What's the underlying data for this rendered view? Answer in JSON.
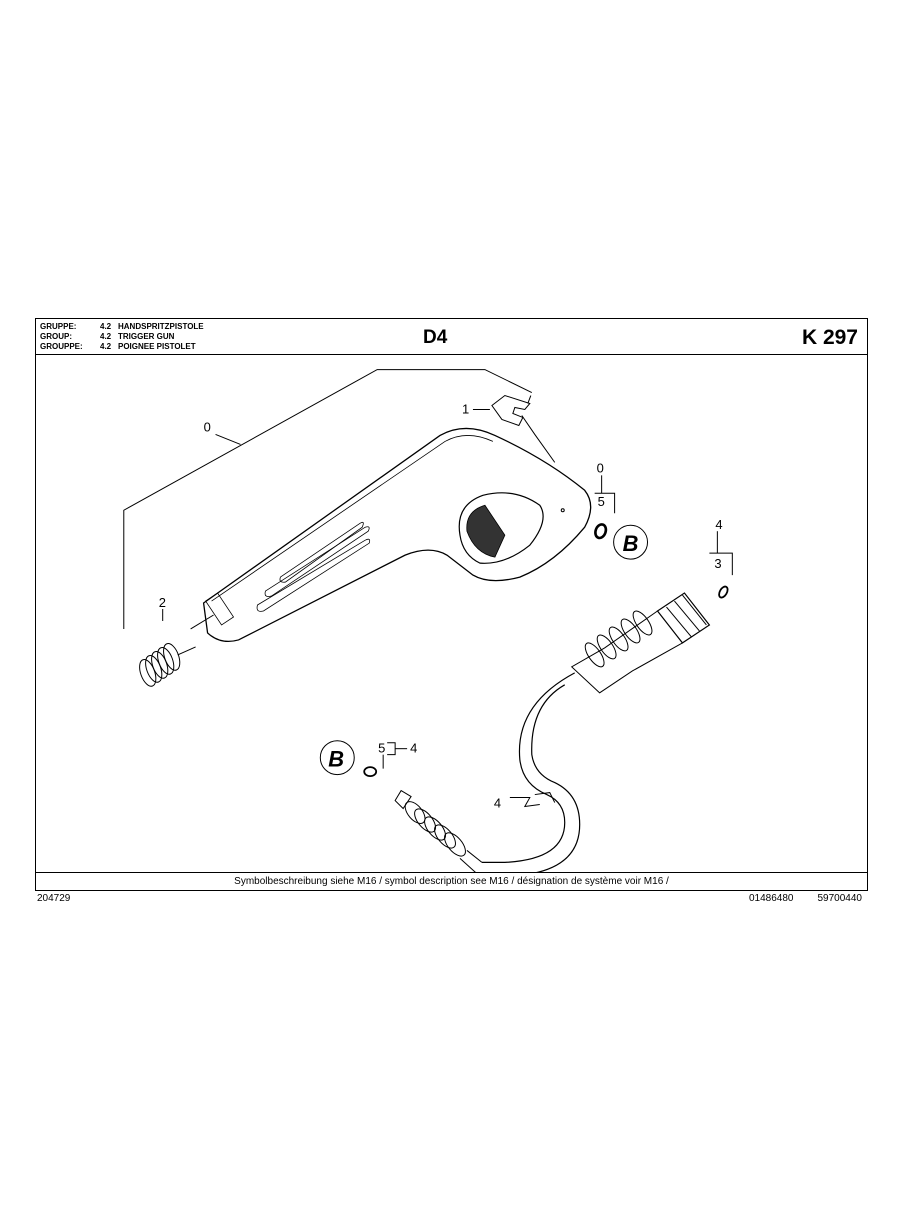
{
  "header": {
    "group_rows": [
      {
        "key": "GRUPPE:",
        "num": "4.2",
        "name": "HANDSPRITZPISTOLE"
      },
      {
        "key": "GROUP:",
        "num": "4.2",
        "name": "TRIGGER GUN"
      },
      {
        "key": "GROUPPE:",
        "num": "4.2",
        "name": "POIGNEE PISTOLET"
      }
    ],
    "sheet_code": "D4",
    "model": "K 297"
  },
  "callouts": {
    "c0_gun": "0",
    "c1_clip": "1",
    "c2_spring": "2",
    "c0_set": "0",
    "c5_top": "5",
    "c4_nut": "4",
    "c3_nut": "3",
    "c5_bottom": "5",
    "c4_bottom": "4",
    "c4_hose": "4",
    "b_top": "B",
    "b_bottom": "B"
  },
  "footer": {
    "symbol_note": "Symbolbeschreibung siehe M16 / symbol description see M16 / désignation de système voir M16 /",
    "doc_number": "204729",
    "part_number_1": "01486480",
    "part_number_2": "59700440"
  }
}
